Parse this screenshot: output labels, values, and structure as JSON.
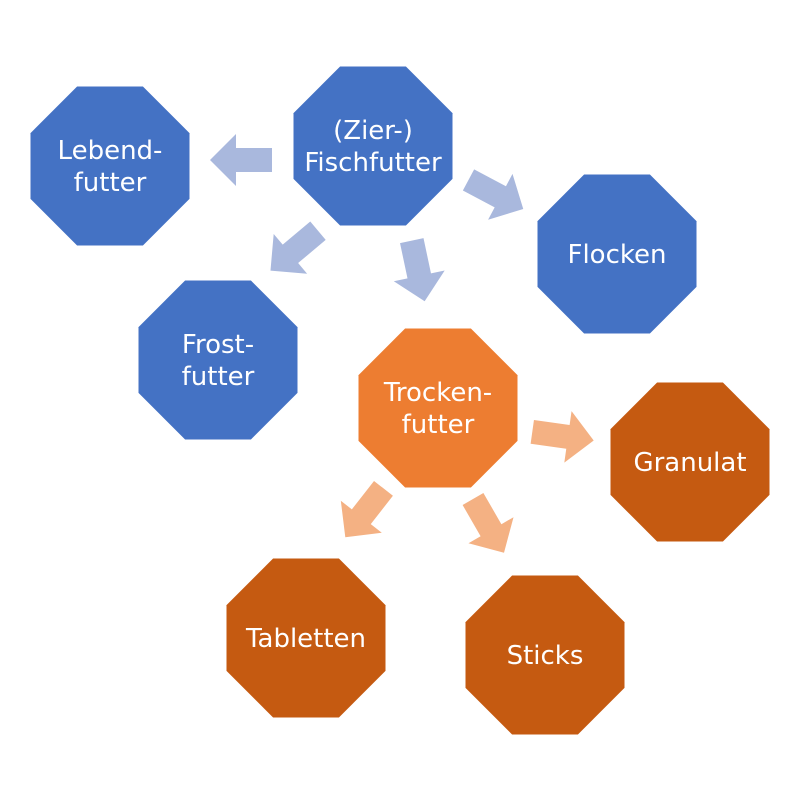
{
  "colors": {
    "blue_node": "#4472C4",
    "orange_node": "#ED7D31",
    "dark_orange_node": "#C55A11",
    "blue_arrow": "#A9B8DD",
    "orange_arrow": "#F4B183"
  },
  "nodes": {
    "fischfutter": {
      "lines": [
        "(Zier-)",
        "Fischfutter"
      ]
    },
    "lebendfutter": {
      "lines": [
        "Lebend-",
        "futter"
      ]
    },
    "flocken": {
      "lines": [
        "Flocken"
      ]
    },
    "frostfutter": {
      "lines": [
        "Frost-",
        "futter"
      ]
    },
    "trockenfutter": {
      "lines": [
        "Trocken-",
        "futter"
      ]
    },
    "granulat": {
      "lines": [
        "Granulat"
      ]
    },
    "tabletten": {
      "lines": [
        "Tabletten"
      ]
    },
    "sticks": {
      "lines": [
        "Sticks"
      ]
    }
  },
  "edges": [
    {
      "from": "fischfutter",
      "to": "lebendfutter",
      "color": "blue_arrow"
    },
    {
      "from": "fischfutter",
      "to": "flocken",
      "color": "blue_arrow"
    },
    {
      "from": "fischfutter",
      "to": "frostfutter",
      "color": "blue_arrow"
    },
    {
      "from": "fischfutter",
      "to": "trockenfutter",
      "color": "blue_arrow"
    },
    {
      "from": "trockenfutter",
      "to": "granulat",
      "color": "orange_arrow"
    },
    {
      "from": "trockenfutter",
      "to": "tabletten",
      "color": "orange_arrow"
    },
    {
      "from": "trockenfutter",
      "to": "sticks",
      "color": "orange_arrow"
    }
  ]
}
